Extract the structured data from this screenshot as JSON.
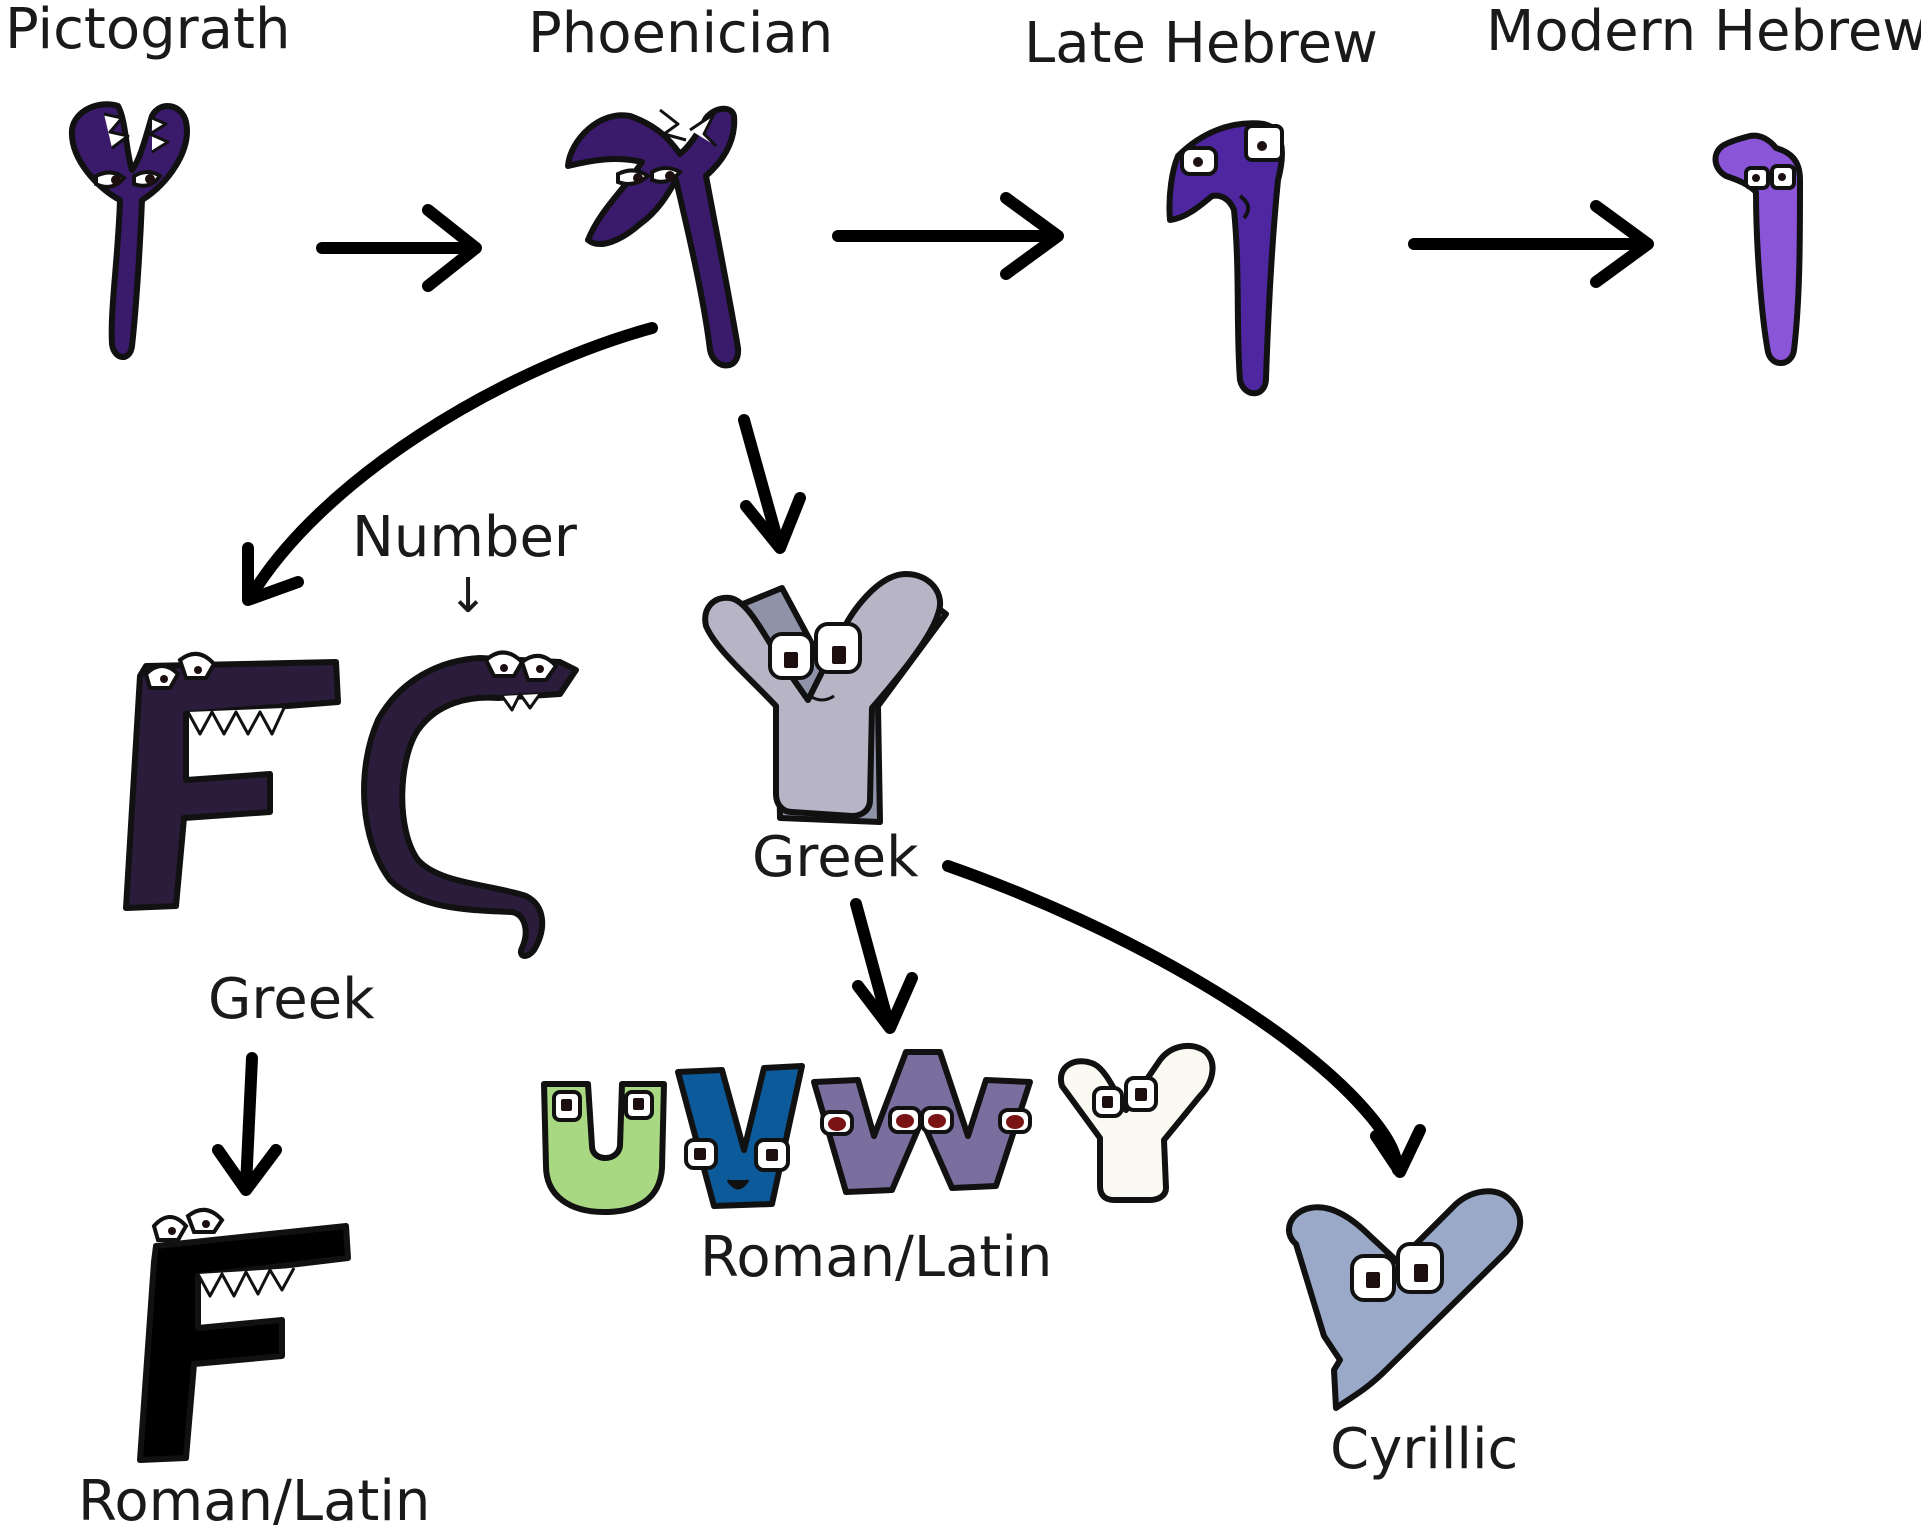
{
  "labels": {
    "pictograph": "Pictograth",
    "phoenician": "Phoenician",
    "late_hebrew": "Late Hebrew",
    "modern_hebrew": "Modern Hebrew",
    "number": "Number",
    "number_arrow": "↓",
    "greek_left": "Greek",
    "greek_center": "Greek",
    "roman_latin_left": "Roman/Latin",
    "roman_latin_center": "Roman/Latin",
    "cyrillic": "Cyrillic"
  },
  "colors": {
    "hebrew_dark": "#3a1a6a",
    "hebrew_mid": "#4e27a0",
    "hebrew_light": "#8a55d6",
    "greek_digamma": "#2a1c3a",
    "upsilon": "#b7b4c6",
    "upsilon_shade": "#8f93a8",
    "latin_f": "#000000",
    "latin_u": "#a8d982",
    "latin_v": "#0d5a9a",
    "latin_w": "#7a6e9e",
    "latin_y": "#fbfaf2",
    "cyrillic_u": "#9aa9c8",
    "arrow": "#000000"
  },
  "icons": [
    "yod-pictograph-character",
    "phoenician-character",
    "late-hebrew-character",
    "modern-hebrew-character",
    "digamma-character",
    "stigma-character",
    "upsilon-character",
    "latin-f-character",
    "latin-u-character",
    "latin-v-character",
    "latin-w-character",
    "latin-y-character",
    "cyrillic-u-character"
  ]
}
